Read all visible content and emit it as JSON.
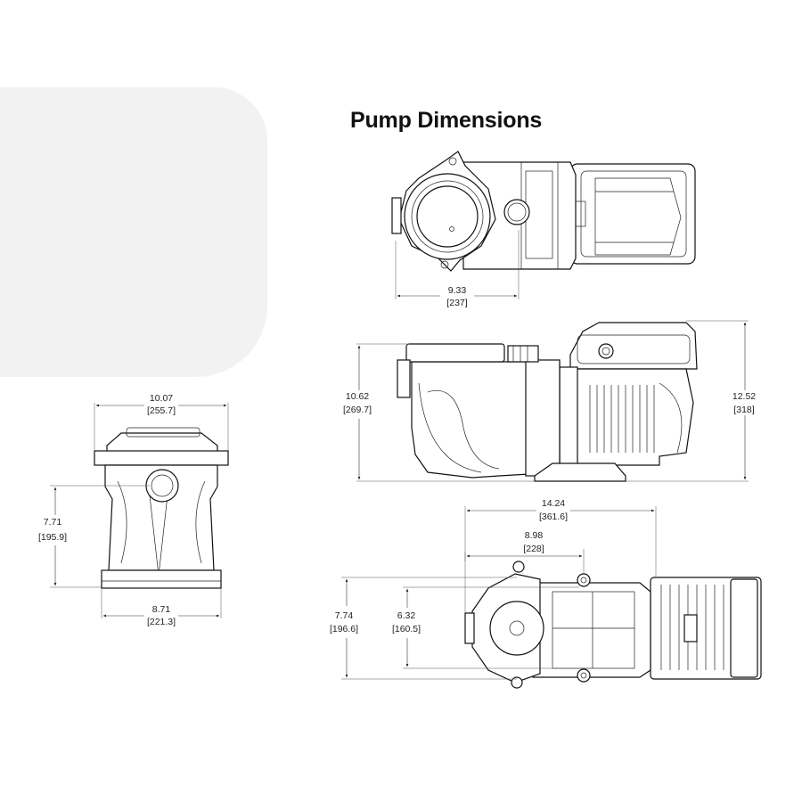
{
  "title": "Pump Dimensions",
  "dimensions": [
    {
      "id": "top-width",
      "inches": "9.33",
      "millimeters": "[237]"
    },
    {
      "id": "side-left-height",
      "inches": "10.62",
      "millimeters": "[269.7]"
    },
    {
      "id": "side-right-height",
      "inches": "12.52",
      "millimeters": "[318]"
    },
    {
      "id": "front-width",
      "inches": "10.07",
      "millimeters": "[255.7]"
    },
    {
      "id": "front-height",
      "inches": "7.71",
      "millimeters": "[195.9]"
    },
    {
      "id": "front-base-width",
      "inches": "8.71",
      "millimeters": "[221.3]"
    },
    {
      "id": "bottom-total-length",
      "inches": "14.24",
      "millimeters": "[361.6]"
    },
    {
      "id": "bottom-base-length",
      "inches": "8.98",
      "millimeters": "[228]"
    },
    {
      "id": "bottom-overall-width",
      "inches": "7.74",
      "millimeters": "[196.6]"
    },
    {
      "id": "bottom-bolt-width",
      "inches": "6.32",
      "millimeters": "[160.5]"
    }
  ]
}
